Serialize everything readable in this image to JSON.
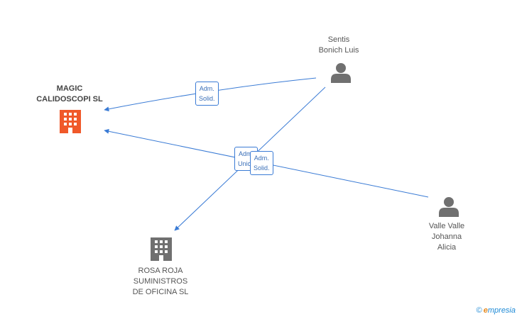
{
  "nodes": {
    "magic": {
      "label_line1": "MAGIC",
      "label_line2": "CALIDOSCOPI SL",
      "color": "#f0592a",
      "type": "company"
    },
    "rosa": {
      "label_line1": "ROSA ROJA",
      "label_line2": "SUMINISTROS",
      "label_line3": "DE OFICINA SL",
      "color": "#707070",
      "type": "company"
    },
    "sentis": {
      "label_line1": "Sentis",
      "label_line2": "Bonich Luis",
      "color": "#707070",
      "type": "person"
    },
    "valle": {
      "label_line1": "Valle Valle",
      "label_line2": "Johanna",
      "label_line3": "Alicia",
      "color": "#707070",
      "type": "person"
    }
  },
  "edges": {
    "sentis_magic": {
      "line1": "Adm.",
      "line2": "Solid."
    },
    "sentis_rosa": {
      "line1": "Adm.",
      "line2": "Unico"
    },
    "valle_magic": {
      "line1": "Adm.",
      "line2": "Solid."
    }
  },
  "edge_color": "#3a7bd5",
  "watermark": {
    "copyright": "©",
    "brand_initial": "e",
    "brand_rest": "mpresia"
  }
}
